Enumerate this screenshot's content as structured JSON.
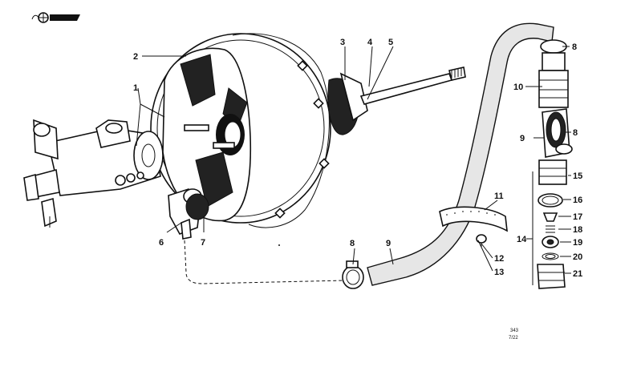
{
  "logo": {
    "name": "manufacturer-roundel-logo"
  },
  "callouts": {
    "c1": "1",
    "c2": "2",
    "c3": "3",
    "c4": "4",
    "c5": "5",
    "c6": "6",
    "c7": "7",
    "c8a": "8",
    "c8b": "8",
    "c8c": "8",
    "c9a": "9",
    "c9b": "9",
    "c10": "10",
    "c11": "11",
    "c12": "12",
    "c13": "13",
    "c14": "14",
    "c15": "15",
    "c16": "16",
    "c17": "17",
    "c18": "18",
    "c19": "19",
    "c20": "20",
    "c21": "21"
  },
  "footer": {
    "code": "343",
    "date": "7/22"
  }
}
